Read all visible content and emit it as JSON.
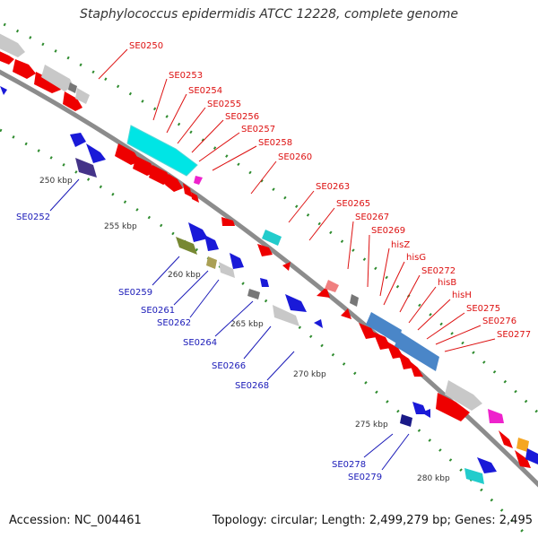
{
  "title": "Staphylococcus epidermidis ATCC 12228, complete genome",
  "footer": {
    "accession": "Accession: NC_004461",
    "summary": "Topology: circular; Length: 2,499,279 bp; Genes: 2,495"
  },
  "colors": {
    "backbone": "#8c8c8c",
    "tick": "#2e8b2e",
    "label_plus": "#dd1111",
    "label_minus": "#1a1ab8",
    "kbp_label": "#333333"
  },
  "ticks": [
    "250 kbp",
    "255 kbp",
    "260 kbp",
    "265 kbp",
    "270 kbp",
    "275 kbp",
    "280 kbp"
  ],
  "gene_labels_plus": [
    "SE0250",
    "SE0253",
    "SE0254",
    "SE0255",
    "SE0256",
    "SE0257",
    "SE0258",
    "SE0260",
    "SE0263",
    "SE0265",
    "SE0267",
    "SE0269",
    "hisZ",
    "hisG",
    "SE0272",
    "hisB",
    "hisH",
    "SE0275",
    "SE0276",
    "SE0277"
  ],
  "gene_labels_minus": [
    "SE0252",
    "SE0259",
    "SE0261",
    "SE0262",
    "SE0264",
    "SE0266",
    "SE0268",
    "SE0278",
    "SE0279"
  ]
}
